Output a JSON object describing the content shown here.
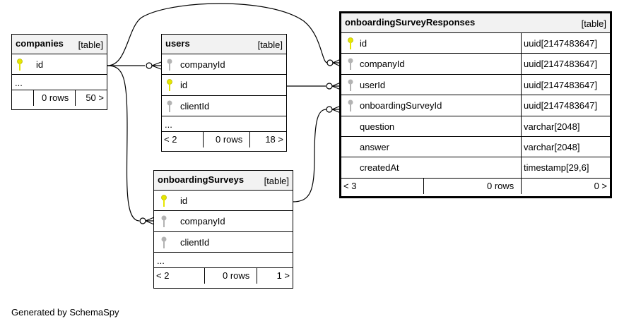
{
  "tables": {
    "companies": {
      "name": "companies",
      "tag": "[table]",
      "columns": [
        "id"
      ],
      "ellipsis": "...",
      "footer": {
        "rows": "0 rows",
        "right": "50 >"
      }
    },
    "users": {
      "name": "users",
      "tag": "[table]",
      "columns": [
        "companyId",
        "id",
        "clientId"
      ],
      "ellipsis": "...",
      "footer": {
        "left": "< 2",
        "rows": "0 rows",
        "right": "18 >"
      }
    },
    "onboardingSurveys": {
      "name": "onboardingSurveys",
      "tag": "[table]",
      "columns": [
        "id",
        "companyId",
        "clientId"
      ],
      "ellipsis": "...",
      "footer": {
        "left": "< 2",
        "rows": "0 rows",
        "right": "1 >"
      }
    },
    "onboardingSurveyResponses": {
      "name": "onboardingSurveyResponses",
      "tag": "[table]",
      "columns": [
        {
          "name": "id",
          "type": "uuid[2147483647]"
        },
        {
          "name": "companyId",
          "type": "uuid[2147483647]"
        },
        {
          "name": "userId",
          "type": "uuid[2147483647]"
        },
        {
          "name": "onboardingSurveyId",
          "type": "uuid[2147483647]"
        },
        {
          "name": "question",
          "type": "varchar[2048]"
        },
        {
          "name": "answer",
          "type": "varchar[2048]"
        },
        {
          "name": "createdAt",
          "type": "timestamp[29,6]"
        }
      ],
      "footer": {
        "left": "< 3",
        "rows": "0 rows",
        "right": "0 >"
      }
    }
  },
  "colors": {
    "primary_key": "#e6e600",
    "foreign_key": "#b3b3b3",
    "header_bg": "#f2f2f2"
  },
  "generated_by": "Generated by SchemaSpy"
}
